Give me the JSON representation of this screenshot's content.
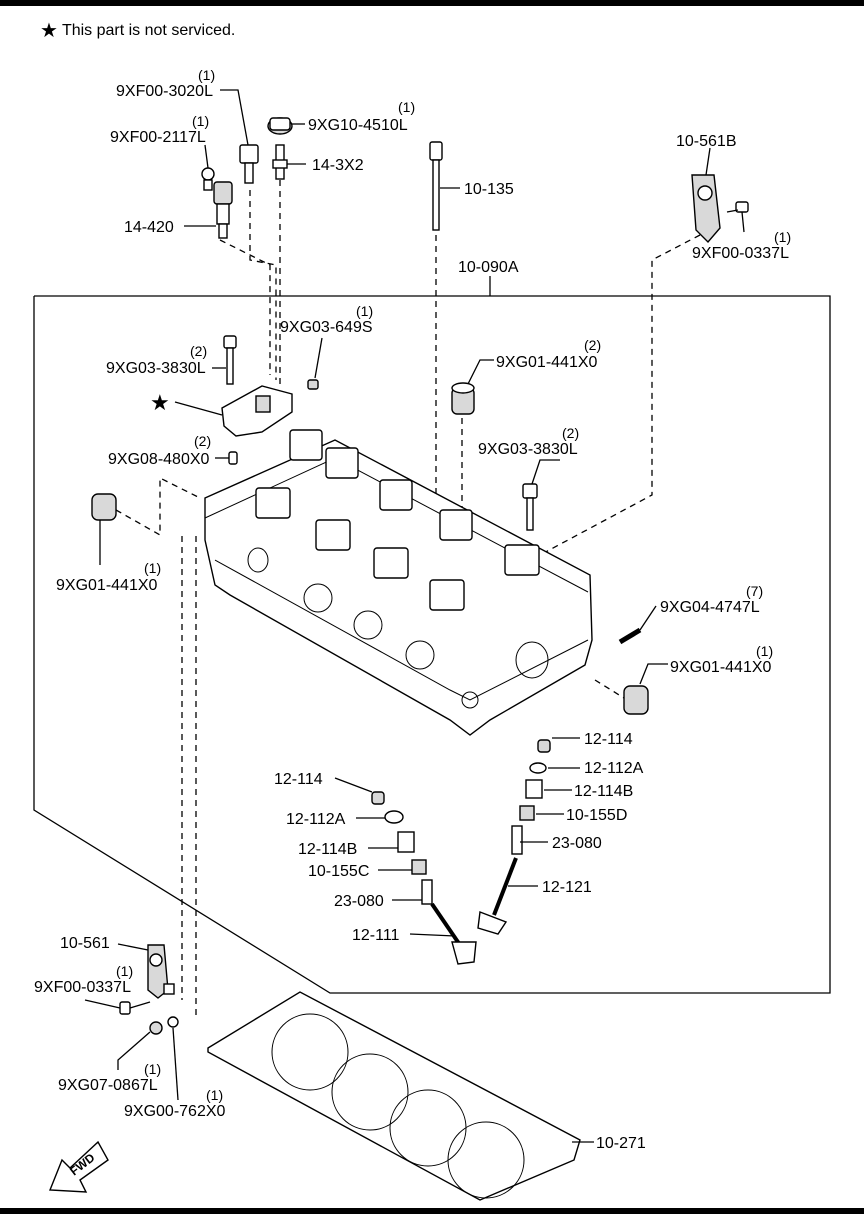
{
  "note": {
    "symbol": "★",
    "text": "This part is not serviced."
  },
  "labels": {
    "p_9xf00_3020l": "9XF00-3020L",
    "q_9xf00_3020l": "(1)",
    "p_9xf00_2117l": "9XF00-2117L",
    "q_9xf00_2117l": "(1)",
    "p_14_420": "14-420",
    "p_9xg10_4510l": "9XG10-4510L",
    "q_9xg10_4510l": "(1)",
    "p_14_3x2": "14-3X2",
    "p_10_135": "10-135",
    "p_10_561b": "10-561B",
    "p_9xf00_0337l_top": "9XF00-0337L",
    "q_9xf00_0337l_top": "(1)",
    "p_10_090a": "10-090A",
    "p_9xg03_649s": "9XG03-649S",
    "q_9xg03_649s": "(1)",
    "p_9xg03_3830l_left": "9XG03-3830L",
    "q_9xg03_3830l_left": "(2)",
    "p_9xg01_441x0_top": "9XG01-441X0",
    "q_9xg01_441x0_top": "(2)",
    "star_mark": "★",
    "p_9xg08_480x0": "9XG08-480X0",
    "q_9xg08_480x0": "(2)",
    "p_9xg03_3830l_right": "9XG03-3830L",
    "q_9xg03_3830l_right": "(2)",
    "p_9xg01_441x0_left": "9XG01-441X0",
    "q_9xg01_441x0_left": "(1)",
    "p_9xg04_4747l": "9XG04-4747L",
    "q_9xg04_4747l": "(7)",
    "p_9xg01_441x0_right": "9XG01-441X0",
    "q_9xg01_441x0_right": "(1)",
    "p_12_114_r": "12-114",
    "p_12_112a_r": "12-112A",
    "p_12_114b_r": "12-114B",
    "p_10_155d": "10-155D",
    "p_23_080_r": "23-080",
    "p_12_121": "12-121",
    "p_12_114_l": "12-114",
    "p_12_112a_l": "12-112A",
    "p_12_114b_l": "12-114B",
    "p_10_155c": "10-155C",
    "p_23_080_l": "23-080",
    "p_12_111": "12-111",
    "p_10_561": "10-561",
    "p_9xf00_0337l_bot": "9XF00-0337L",
    "q_9xf00_0337l_bot": "(1)",
    "p_9xg07_0867l": "9XG07-0867L",
    "q_9xg07_0867l": "(1)",
    "p_9xg00_762x0": "9XG00-762X0",
    "q_9xg00_762x0": "(1)",
    "p_10_271": "10-271",
    "fwd": "FWD"
  }
}
